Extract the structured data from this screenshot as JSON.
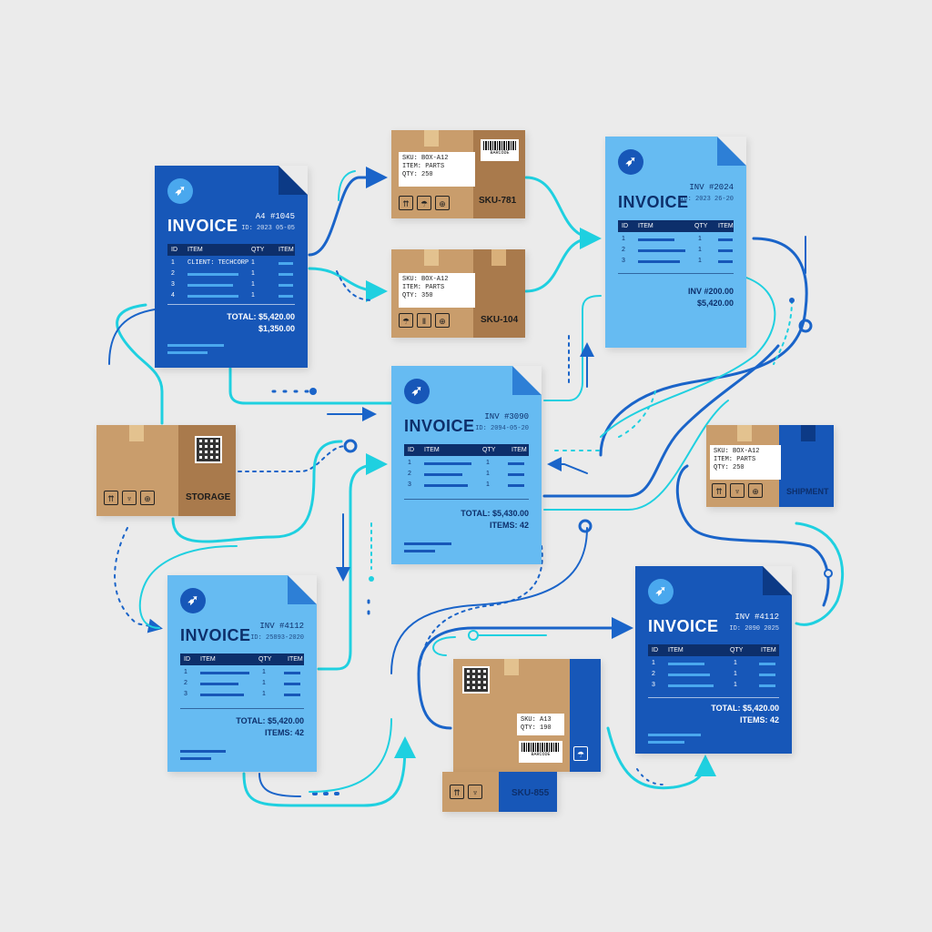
{
  "colors": {
    "dark_doc": "#1757b8",
    "light_doc": "#66bbf2",
    "box": "#c99d6c",
    "flow_cyan": "#1fd0e0",
    "flow_blue": "#1a64c9",
    "background": "#ebebeb"
  },
  "icons": {
    "logo": "logo-icon",
    "box_icons": [
      "this-way-up-icon",
      "fragile-icon",
      "globe-icon",
      "umbrella-icon"
    ]
  },
  "invoices": {
    "top_left": {
      "title": "INVOICE",
      "number": "A4 #1045",
      "date": "ID: 2023 05-05",
      "cols": [
        "ID",
        "ITEM",
        "QTY",
        "ITEM"
      ],
      "rows": [
        {
          "id": "1",
          "client": "CLIENT: TECHCORP",
          "qty": "1"
        },
        {
          "id": "2",
          "qty": "1"
        },
        {
          "id": "3",
          "qty": "1"
        },
        {
          "id": "4",
          "qty": "1"
        }
      ],
      "total": "TOTAL: $5,420.00",
      "total2": "$1,350.00"
    },
    "top_right": {
      "title": "INVOICE",
      "number": "INV #2024",
      "date": "ID: 2023 26-20",
      "cols": [
        "ID",
        "ITEM",
        "QTY",
        "ITEM"
      ],
      "rows": [
        {
          "id": "1",
          "qty": "1"
        },
        {
          "id": "2",
          "qty": "1"
        },
        {
          "id": "3",
          "qty": "1"
        }
      ],
      "total": "INV #200.00",
      "total2": "$5,420.00"
    },
    "center": {
      "title": "INVOICE",
      "number": "INV #3090",
      "date": "ID: 2094-05-20",
      "cols": [
        "ID",
        "ITEM",
        "QTY",
        "ITEM"
      ],
      "rows": [
        {
          "id": "1",
          "qty": "1"
        },
        {
          "id": "2",
          "qty": "1"
        },
        {
          "id": "3",
          "qty": "1"
        }
      ],
      "total": "TOTAL: $5,430.00",
      "total2": "ITEMS: 42"
    },
    "bottom_left": {
      "title": "INVOICE",
      "number": "INV #4112",
      "date": "ID: 25893-2020",
      "cols": [
        "ID",
        "ITEM",
        "QTY",
        "ITEM"
      ],
      "rows": [
        {
          "id": "1",
          "qty": "1"
        },
        {
          "id": "2",
          "qty": "1"
        },
        {
          "id": "3",
          "qty": "1"
        }
      ],
      "total": "TOTAL: $5,420.00",
      "total2": "ITEMS: 42"
    },
    "bottom_right": {
      "title": "INVOICE",
      "number": "INV #4112",
      "date": "ID: 2090 2025",
      "cols": [
        "ID",
        "ITEM",
        "QTY",
        "ITEM"
      ],
      "rows": [
        {
          "id": "1",
          "qty": "1"
        },
        {
          "id": "2",
          "qty": "1"
        },
        {
          "id": "3",
          "qty": "1"
        }
      ],
      "total": "TOTAL: $5,420.00",
      "total2": "ITEMS: 42"
    }
  },
  "boxes": {
    "top1": {
      "label": [
        "SKU: BOX-A12",
        "ITEM: PARTS",
        "QTY: 250"
      ],
      "barcode": "BARCODE",
      "sku": "SKU-781"
    },
    "top2": {
      "label": [
        "SKU: BOX-A12",
        "ITEM: PARTS",
        "QTY: 350"
      ],
      "sku": "SKU-104"
    },
    "storage": {
      "name": "STORAGE"
    },
    "shipment": {
      "label": [
        "SKU: BOX-A12",
        "ITEM: PARTS",
        "QTY: 250"
      ],
      "name": "SHIPMENT"
    },
    "bottom": {
      "label": [
        "SKU: A13",
        "QTY: 190"
      ],
      "barcode": "BARCODE",
      "sku": "SKU-855"
    }
  }
}
